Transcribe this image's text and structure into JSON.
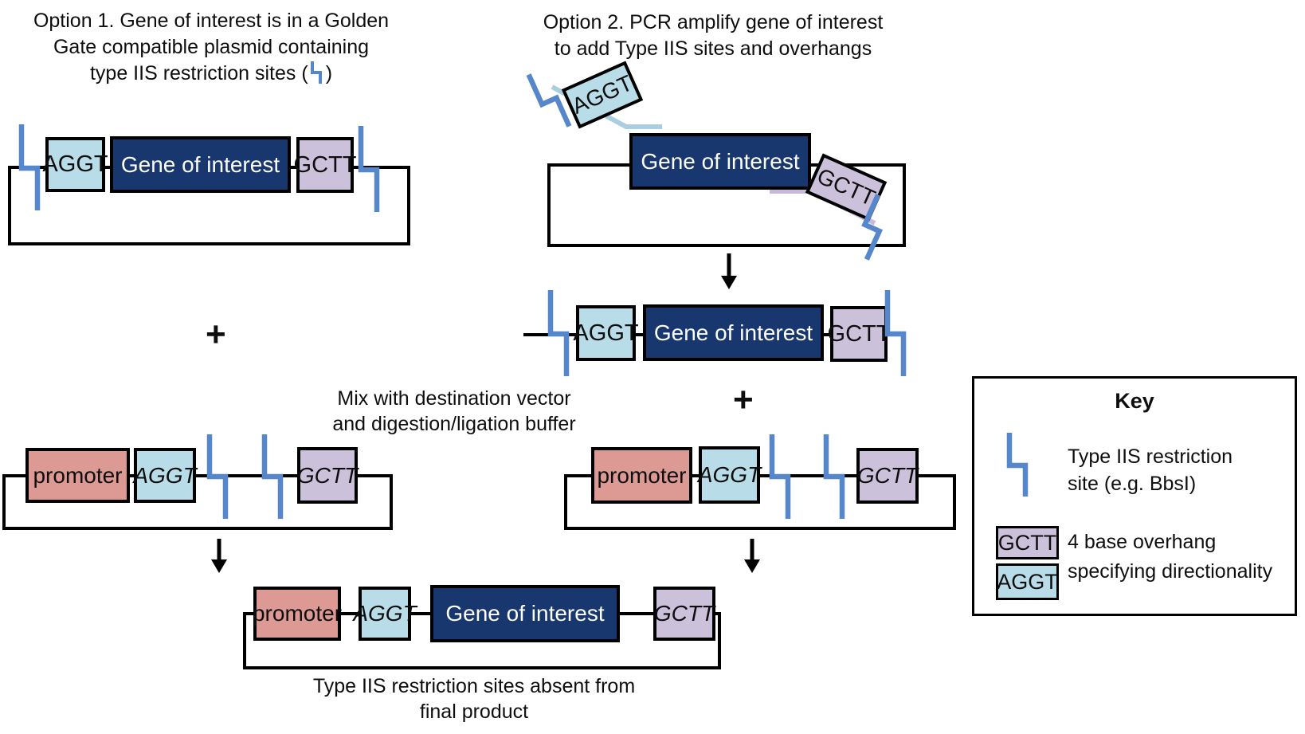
{
  "diagram": {
    "plus_sign": "+",
    "option1": {
      "title_line1": "Option 1. Gene of interest is in a Golden",
      "title_line2": "Gate compatible plasmid containing",
      "title_line3_prefix": "type IIS restriction sites (",
      "title_line3_suffix": ")",
      "plasmid": {
        "left_overhang": "AGGT",
        "gene": "Gene of interest",
        "right_overhang": "GCTT"
      }
    },
    "option2": {
      "title_line1": "Option 2. PCR amplify gene of interest",
      "title_line2": "to add Type IIS sites and overhangs",
      "forward_primer_overhang": "AGGT",
      "template_gene": "Gene of interest",
      "reverse_primer_overhang": "GCTT",
      "pcr_product": {
        "left_overhang": "AGGT",
        "gene": "Gene of interest",
        "right_overhang": "GCTT"
      }
    },
    "mix_step": {
      "line1": "Mix with destination vector",
      "line2": "and digestion/ligation buffer"
    },
    "destination_vector_left": {
      "promoter": "promoter",
      "left_overhang": "AGGT",
      "right_overhang": "GCTT"
    },
    "destination_vector_right": {
      "promoter": "promoter",
      "left_overhang": "AGGT",
      "right_overhang": "GCTT"
    },
    "final_product": {
      "promoter": "promoter",
      "left_overhang": "AGGT",
      "gene": "Gene of interest",
      "right_overhang": "GCTT",
      "caption_line1": "Type IIS restriction sites absent from",
      "caption_line2": "final product"
    },
    "key": {
      "title": "Key",
      "restriction_line1": "Type IIS restriction",
      "restriction_line2": "site (e.g. BbsI)",
      "overhang_example_top": "GCTT",
      "overhang_example_bottom": "AGGT",
      "overhang_line1": "4 base overhang",
      "overhang_line2": "specifying directionality"
    },
    "colors": {
      "gene_box": "#17376e",
      "overhang_aggt": "#b8dde8",
      "overhang_gctt": "#cbc1db",
      "promoter": "#dd9a94",
      "restriction_site_blue": "#5687cb",
      "primer_tail_blue": "#a8cedf",
      "primer_tail_lavender": "#c7b9d9"
    }
  }
}
